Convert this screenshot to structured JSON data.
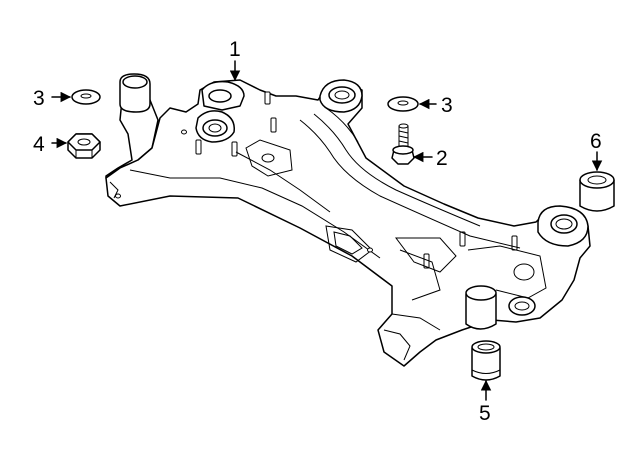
{
  "diagram": {
    "callouts": [
      {
        "id": "c1",
        "label": "1"
      },
      {
        "id": "c2",
        "label": "2"
      },
      {
        "id": "c3a",
        "label": "3"
      },
      {
        "id": "c3b",
        "label": "3"
      },
      {
        "id": "c4",
        "label": "4"
      },
      {
        "id": "c5",
        "label": "5"
      },
      {
        "id": "c6",
        "label": "6"
      }
    ]
  }
}
